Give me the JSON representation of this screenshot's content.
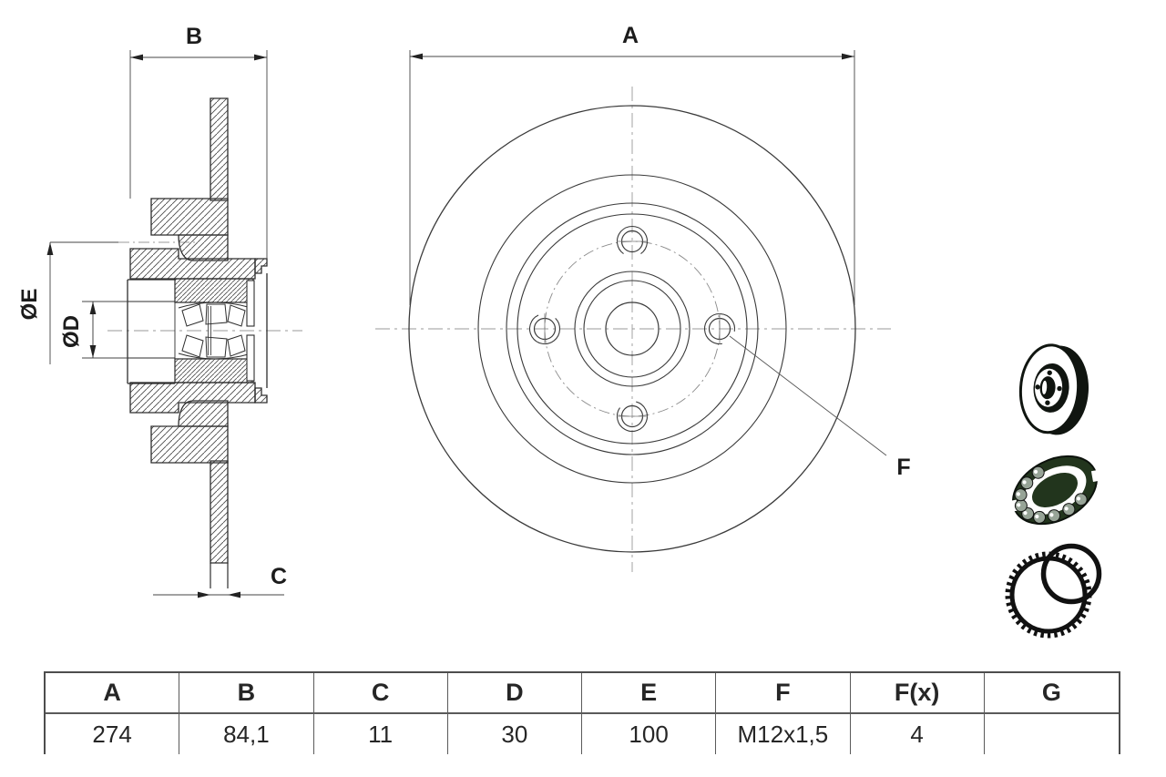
{
  "title": "brake-disc-technical-drawing",
  "drawing": {
    "labels": {
      "A": "A",
      "B": "B",
      "C": "C",
      "diaD": "ØD",
      "diaE": "ØE",
      "F": "F"
    }
  },
  "table": {
    "headers": [
      "A",
      "B",
      "C",
      "D",
      "E",
      "F",
      "F(x)",
      "G"
    ],
    "values": [
      "274",
      "84,1",
      "11",
      "30",
      "100",
      "M12x1,5",
      "4",
      ""
    ]
  },
  "icons": {
    "disc": "brake-disc-icon",
    "bearing": "wheel-bearing-icon",
    "abs": "abs-ring-icon"
  },
  "colors": {
    "line": "#333333",
    "centerline": "#999999",
    "hatch": "#4a4a4a",
    "table_border": "#555555",
    "icon_dark": "#22351d",
    "text": "#1c1c1c",
    "background": "#ffffff"
  }
}
